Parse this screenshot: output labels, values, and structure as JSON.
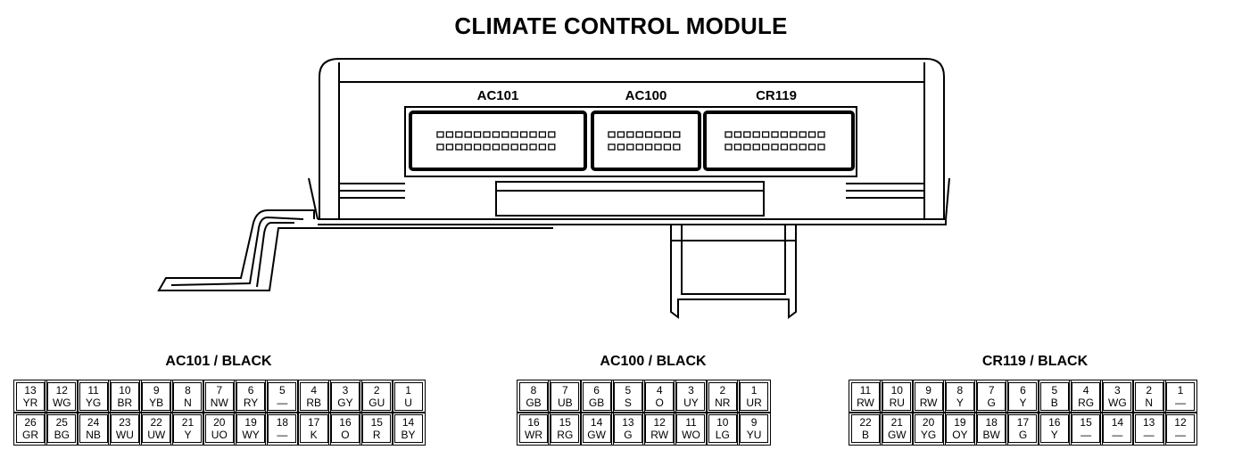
{
  "title": "CLIMATE CONTROL MODULE",
  "module_labels": [
    "AC101",
    "AC100",
    "CR119"
  ],
  "connectors": [
    {
      "title": "AC101 / BLACK",
      "rows": [
        [
          {
            "n": "13",
            "c": "YR"
          },
          {
            "n": "12",
            "c": "WG"
          },
          {
            "n": "11",
            "c": "YG"
          },
          {
            "n": "10",
            "c": "BR"
          },
          {
            "n": "9",
            "c": "YB"
          },
          {
            "n": "8",
            "c": "N"
          },
          {
            "n": "7",
            "c": "NW"
          },
          {
            "n": "6",
            "c": "RY"
          },
          {
            "n": "5",
            "c": "—"
          },
          {
            "n": "4",
            "c": "RB"
          },
          {
            "n": "3",
            "c": "GY"
          },
          {
            "n": "2",
            "c": "GU"
          },
          {
            "n": "1",
            "c": "U"
          }
        ],
        [
          {
            "n": "26",
            "c": "GR"
          },
          {
            "n": "25",
            "c": "BG"
          },
          {
            "n": "24",
            "c": "NB"
          },
          {
            "n": "23",
            "c": "WU"
          },
          {
            "n": "22",
            "c": "UW"
          },
          {
            "n": "21",
            "c": "Y"
          },
          {
            "n": "20",
            "c": "UO"
          },
          {
            "n": "19",
            "c": "WY"
          },
          {
            "n": "18",
            "c": "—"
          },
          {
            "n": "17",
            "c": "K"
          },
          {
            "n": "16",
            "c": "O"
          },
          {
            "n": "15",
            "c": "R"
          },
          {
            "n": "14",
            "c": "BY"
          }
        ]
      ]
    },
    {
      "title": "AC100 / BLACK",
      "rows": [
        [
          {
            "n": "8",
            "c": "GB"
          },
          {
            "n": "7",
            "c": "UB"
          },
          {
            "n": "6",
            "c": "GB"
          },
          {
            "n": "5",
            "c": "S"
          },
          {
            "n": "4",
            "c": "O"
          },
          {
            "n": "3",
            "c": "UY"
          },
          {
            "n": "2",
            "c": "NR"
          },
          {
            "n": "1",
            "c": "UR"
          }
        ],
        [
          {
            "n": "16",
            "c": "WR"
          },
          {
            "n": "15",
            "c": "RG"
          },
          {
            "n": "14",
            "c": "GW"
          },
          {
            "n": "13",
            "c": "G"
          },
          {
            "n": "12",
            "c": "RW"
          },
          {
            "n": "11",
            "c": "WO"
          },
          {
            "n": "10",
            "c": "LG"
          },
          {
            "n": "9",
            "c": "YU"
          }
        ]
      ]
    },
    {
      "title": "CR119 / BLACK",
      "rows": [
        [
          {
            "n": "11",
            "c": "RW"
          },
          {
            "n": "10",
            "c": "RU"
          },
          {
            "n": "9",
            "c": "RW"
          },
          {
            "n": "8",
            "c": "Y"
          },
          {
            "n": "7",
            "c": "G"
          },
          {
            "n": "6",
            "c": "Y"
          },
          {
            "n": "5",
            "c": "B"
          },
          {
            "n": "4",
            "c": "RG"
          },
          {
            "n": "3",
            "c": "WG"
          },
          {
            "n": "2",
            "c": "N"
          },
          {
            "n": "1",
            "c": "—"
          }
        ],
        [
          {
            "n": "22",
            "c": "B"
          },
          {
            "n": "21",
            "c": "GW"
          },
          {
            "n": "20",
            "c": "YG"
          },
          {
            "n": "19",
            "c": "OY"
          },
          {
            "n": "18",
            "c": "BW"
          },
          {
            "n": "17",
            "c": "G"
          },
          {
            "n": "16",
            "c": "Y"
          },
          {
            "n": "15",
            "c": "—"
          },
          {
            "n": "14",
            "c": "—"
          },
          {
            "n": "13",
            "c": "—"
          },
          {
            "n": "12",
            "c": "—"
          }
        ]
      ]
    }
  ]
}
